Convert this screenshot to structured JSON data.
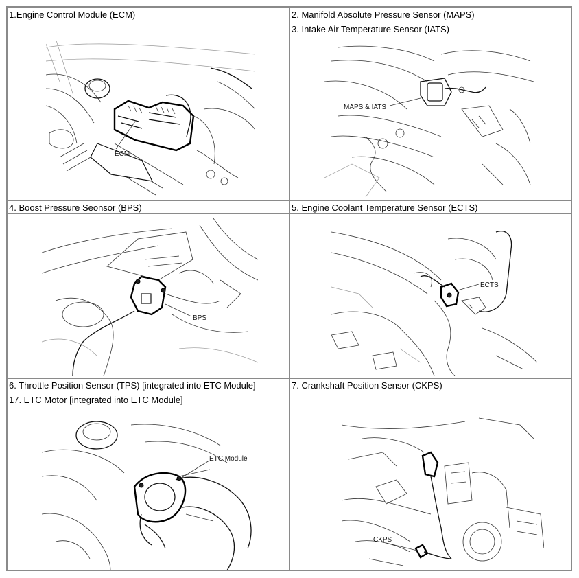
{
  "cells": [
    {
      "lines": [
        "1.Engine Control Module (ECM)"
      ],
      "callout": "ECM"
    },
    {
      "lines": [
        "2. Manifold Absolute Pressure Sensor (MAPS)",
        "3. Intake Air Temperature Sensor (IATS)"
      ],
      "callout": "MAPS & IATS"
    },
    {
      "lines": [
        "4. Boost Pressure Seonsor (BPS)"
      ],
      "callout": "BPS"
    },
    {
      "lines": [
        "5. Engine Coolant Temperature Sensor (ECTS)"
      ],
      "callout": "ECTS"
    },
    {
      "lines": [
        "6. Throttle Position Sensor (TPS) [integrated into ETC Module]",
        "17. ETC Motor [integrated into ETC Module]"
      ],
      "callout": "ETC Module"
    },
    {
      "lines": [
        "7. Crankshaft Position Sensor (CKPS)"
      ],
      "callout": "CKPS"
    }
  ]
}
